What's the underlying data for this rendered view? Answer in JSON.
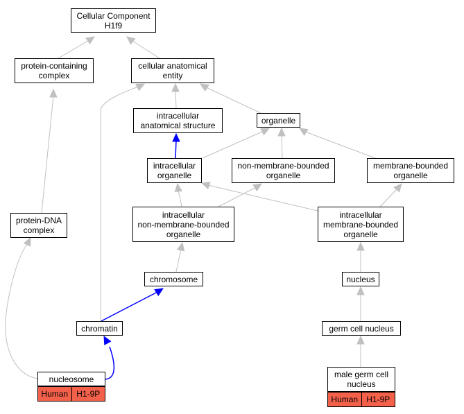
{
  "colors": {
    "edge_gray": "#c0c0c0",
    "edge_blue": "#0000ff",
    "tag_fill": "#f4614b"
  },
  "nodes": {
    "root": {
      "line1": "Cellular Component",
      "line2": "H1f9"
    },
    "protein_complex": {
      "line1": "protein-containing",
      "line2": "complex"
    },
    "cell_anat_entity": {
      "line1": "cellular anatomical",
      "line2": "entity"
    },
    "intracell_anat_structure": {
      "line1": "intracellular",
      "line2": "anatomical structure"
    },
    "organelle": {
      "line1": "organelle"
    },
    "intracell_organelle": {
      "line1": "intracellular",
      "line2": "organelle"
    },
    "nonmembrane_organelle": {
      "line1": "non-membrane-bounded",
      "line2": "organelle"
    },
    "membrane_organelle": {
      "line1": "membrane-bounded",
      "line2": "organelle"
    },
    "protein_dna_complex": {
      "line1": "protein-DNA",
      "line2": "complex"
    },
    "intracell_nonmembrane_organelle": {
      "line1": "intracellular",
      "line2": "non-membrane-bounded",
      "line3": "organelle"
    },
    "intracell_membrane_organelle": {
      "line1": "intracellular",
      "line2": "membrane-bounded",
      "line3": "organelle"
    },
    "chromosome": {
      "line1": "chromosome"
    },
    "nucleus": {
      "line1": "nucleus"
    },
    "chromatin": {
      "line1": "chromatin"
    },
    "germ_cell_nucleus": {
      "line1": "germ cell nucleus"
    },
    "nucleosome": {
      "line1": "nucleosome"
    },
    "male_germ_cell_nucleus": {
      "line1": "male germ cell",
      "line2": "nucleus"
    }
  },
  "annotations": {
    "nucleosome": {
      "species": "Human",
      "gene": "H1-9P"
    },
    "male_germ_cell_nucleus": {
      "species": "Human",
      "gene": "H1-9P"
    }
  }
}
